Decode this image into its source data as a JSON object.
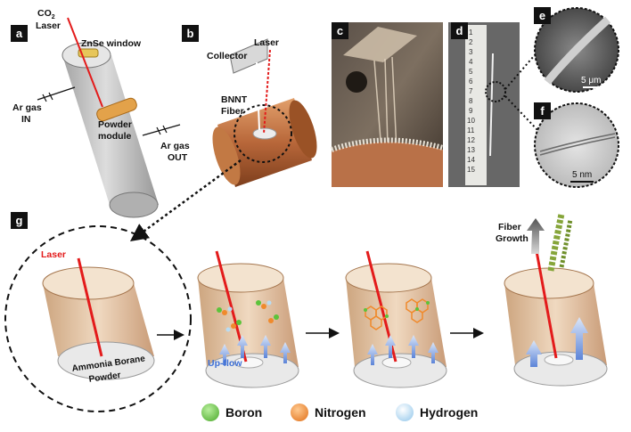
{
  "panels": {
    "a": {
      "label": "a",
      "co2": "CO",
      "co2_sub": "2",
      "laser": "Laser",
      "window": "ZnSe window",
      "ar_in": "Ar gas",
      "in": "IN",
      "powder": "Powder",
      "module": "module",
      "ar_out": "Ar gas",
      "out": "OUT"
    },
    "b": {
      "label": "b",
      "collector": "Collector",
      "laser": "Laser",
      "bnnt": "BNNT",
      "fiber": "Fiber"
    },
    "c": {
      "label": "c"
    },
    "d": {
      "label": "d",
      "ruler_numbers": [
        "1",
        "2",
        "3",
        "4",
        "5",
        "6",
        "7",
        "8",
        "9",
        "10",
        "11",
        "12",
        "13",
        "14",
        "15"
      ]
    },
    "e": {
      "label": "e",
      "scale": "5 μm"
    },
    "f": {
      "label": "f",
      "scale": "5 nm"
    },
    "g": {
      "label": "g",
      "laser": "Laser",
      "powder_line1": "Ammonia Borane",
      "powder_line2": "Powder",
      "upflow": "Up-flow",
      "fiber_line1": "Fiber",
      "fiber_line2": "Growth"
    }
  },
  "legend": [
    {
      "label": "Boron",
      "color": "#5cc33a"
    },
    {
      "label": "Nitrogen",
      "color": "#f08a2c"
    },
    {
      "label": "Hydrogen",
      "color": "#b9dcf2"
    }
  ]
}
